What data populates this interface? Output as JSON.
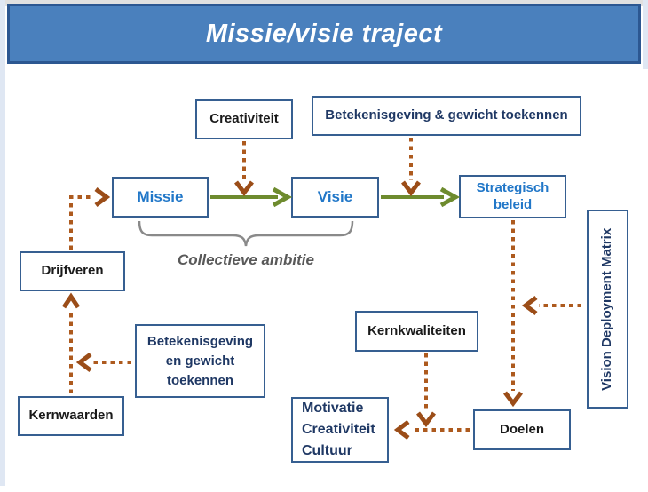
{
  "title": "Missie/visie traject",
  "caption": "Collectieve ambitie",
  "colors": {
    "header_fill": "#4A80BD",
    "header_border": "#2C5791",
    "box_border": "#365F91",
    "blue_text": "#2177C8",
    "navy_text": "#1F3864",
    "black_text": "#1A1A1A",
    "green_arrow": "#6E8B2E",
    "orange_arrow": "#AD5A1E",
    "orange_arrowhead": "#9B4D18",
    "brace_gray": "#8A8A8A",
    "caption_gray": "#595959"
  },
  "boxes": {
    "creativiteit": {
      "label": "Creativiteit"
    },
    "betekenis_top": {
      "label": "Betekenisgeving & gewicht toekennen"
    },
    "missie": {
      "label": "Missie"
    },
    "visie": {
      "label": "Visie"
    },
    "strategisch": {
      "label": "Strategisch beleid"
    },
    "drijfveren": {
      "label": "Drijfveren"
    },
    "betekenis_left": {
      "lines": [
        "Betekenisgeving",
        "en gewicht",
        "toekennen"
      ]
    },
    "kernwaarden": {
      "label": "Kernwaarden"
    },
    "kernkwaliteiten": {
      "label": "Kernkwaliteiten"
    },
    "motivatie": {
      "lines": [
        "Motivatie",
        "Creativiteit",
        "Cultuur"
      ]
    },
    "doelen": {
      "label": "Doelen"
    },
    "vdm": {
      "label": "Vision Deployment Matrix"
    }
  }
}
